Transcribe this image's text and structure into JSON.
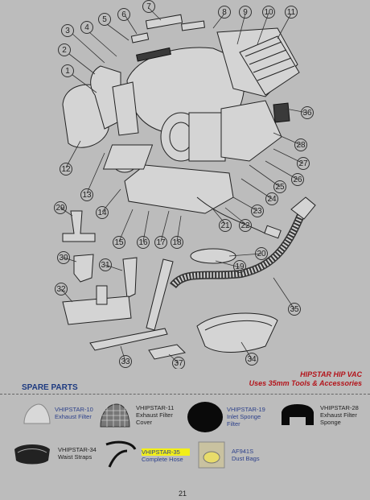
{
  "callouts": [
    "1",
    "2",
    "3",
    "4",
    "5",
    "6",
    "7",
    "8",
    "9",
    "10",
    "11",
    "12",
    "13",
    "14",
    "15",
    "16",
    "17",
    "18",
    "19",
    "20",
    "21",
    "22",
    "23",
    "24",
    "25",
    "26",
    "27",
    "28",
    "29",
    "30",
    "31",
    "32",
    "33",
    "34",
    "35",
    "36",
    "37"
  ],
  "title": {
    "line1": "HIPSTAR HIP VAC",
    "line2": "Uses 35mm Tools & Accessories"
  },
  "spare_parts": {
    "heading": "SPARE PARTS",
    "items": [
      {
        "code": "VHIPSTAR-10",
        "description": "Exhaust Filter",
        "icon": "exhaust-filter-icon"
      },
      {
        "code": "VHIPSTAR-11",
        "description": "Exhaust Filter Cover",
        "icon": "exhaust-filter-cover-icon"
      },
      {
        "code": "VHIPSTAR-19",
        "description": "Inlet Sponge Filter",
        "icon": "inlet-sponge-filter-icon"
      },
      {
        "code": "VHIPSTAR-28",
        "description": "Exhaust Filter Sponge",
        "icon": "exhaust-filter-sponge-icon"
      },
      {
        "code": "VHIPSTAR-34",
        "description": "Waist Straps",
        "icon": "waist-straps-icon"
      },
      {
        "code": "VHIPSTAR-35",
        "description": "Complete Hose",
        "icon": "complete-hose-icon"
      },
      {
        "code": "AF941S",
        "description": "Dust Bags",
        "icon": "dust-bags-icon"
      }
    ]
  },
  "page_number": "21",
  "colors": {
    "title_red": "#b3141b",
    "code_blue": "#2b3f8a",
    "highlight": "#f2ef19"
  }
}
